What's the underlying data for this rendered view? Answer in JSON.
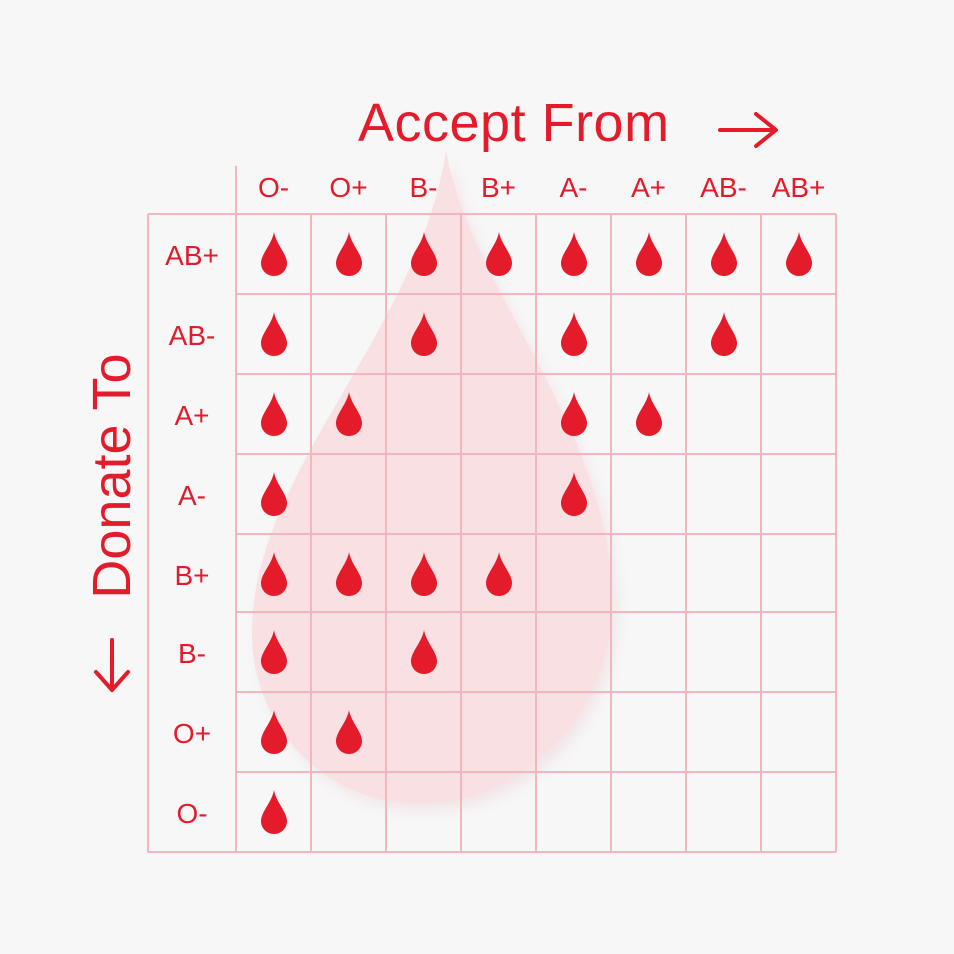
{
  "titles": {
    "accept": "Accept From",
    "donate": "Donate To"
  },
  "icons": {
    "accept_arrow": "arrow-right-icon",
    "donate_arrow": "arrow-down-icon",
    "marker": "blood-drop-icon",
    "background": "large-blood-drop-icon"
  },
  "colors": {
    "accent": "#e31b2b",
    "grid_line": "#f2b7bc",
    "background_drop": "#f9e1e3",
    "page_background": "#f7f7f8"
  },
  "columns": [
    "O-",
    "O+",
    "B-",
    "B+",
    "A-",
    "A+",
    "AB-",
    "AB+"
  ],
  "rows": [
    {
      "label": "AB+",
      "compatible": [
        "O-",
        "O+",
        "B-",
        "B+",
        "A-",
        "A+",
        "AB-",
        "AB+"
      ]
    },
    {
      "label": "AB-",
      "compatible": [
        "O-",
        "B-",
        "A-",
        "AB-"
      ]
    },
    {
      "label": "A+",
      "compatible": [
        "O-",
        "O+",
        "A-",
        "A+"
      ]
    },
    {
      "label": "A-",
      "compatible": [
        "O-",
        "A-"
      ]
    },
    {
      "label": "B+",
      "compatible": [
        "O-",
        "O+",
        "B-",
        "B+"
      ]
    },
    {
      "label": "B-",
      "compatible": [
        "O-",
        "B-"
      ]
    },
    {
      "label": "O+",
      "compatible": [
        "O-",
        "O+"
      ]
    },
    {
      "label": "O-",
      "compatible": [
        "O-"
      ]
    }
  ]
}
